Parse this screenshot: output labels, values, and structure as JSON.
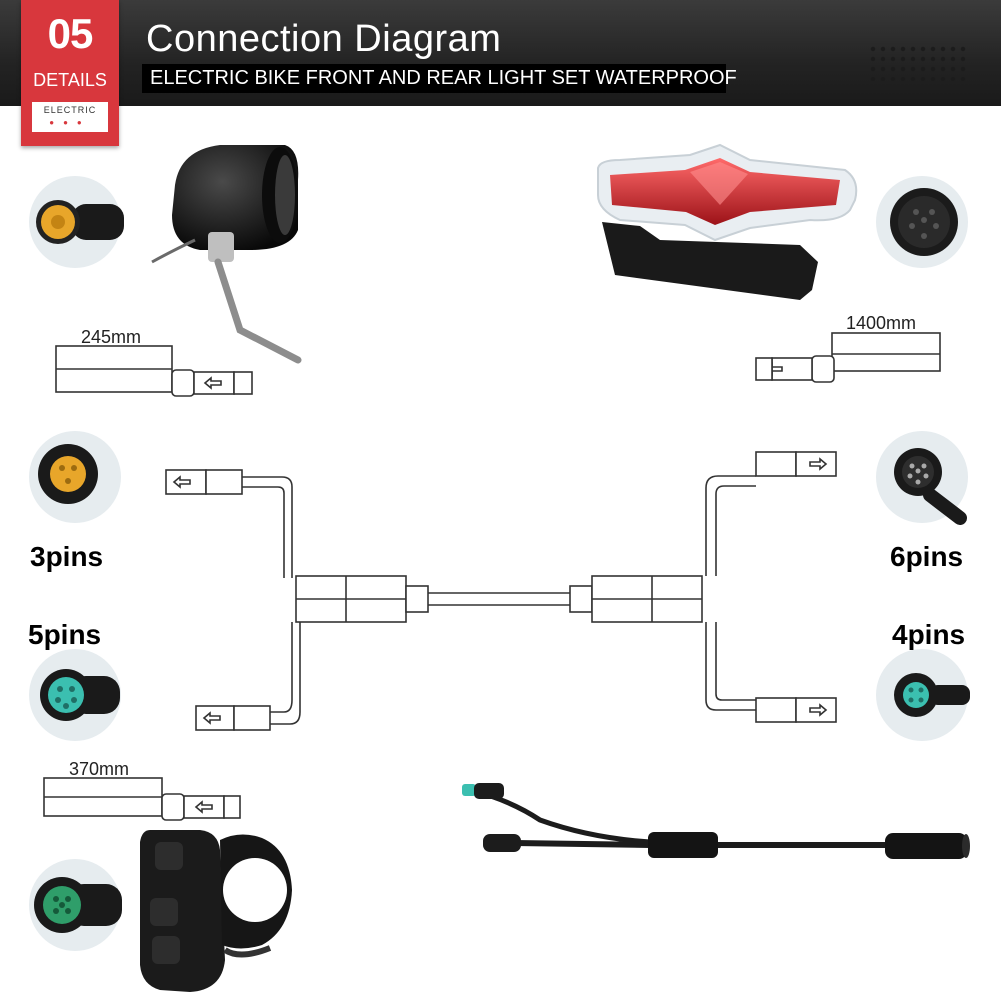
{
  "header": {
    "badge_number": "05",
    "badge_label": "DETAILS",
    "badge_sub": "ELECTRIC",
    "title": "Connection Diagram",
    "subtitle": "ELECTRIC BIKE FRONT AND REAR LIGHT SET WATERPROOF"
  },
  "dimensions": {
    "front_cable": "245mm",
    "rear_cable": "1400mm",
    "switch_cable": "370mm"
  },
  "pins": {
    "three": "3pins",
    "five": "5pins",
    "six": "6pins",
    "four": "4pins"
  },
  "colors": {
    "badge_red": "#d8373d",
    "header_dark": "#232323",
    "connector_yellow": "#e8a62a",
    "connector_teal": "#3bbfb0",
    "connector_green": "#2f9e6a",
    "rear_light_red": "#d6262e"
  }
}
